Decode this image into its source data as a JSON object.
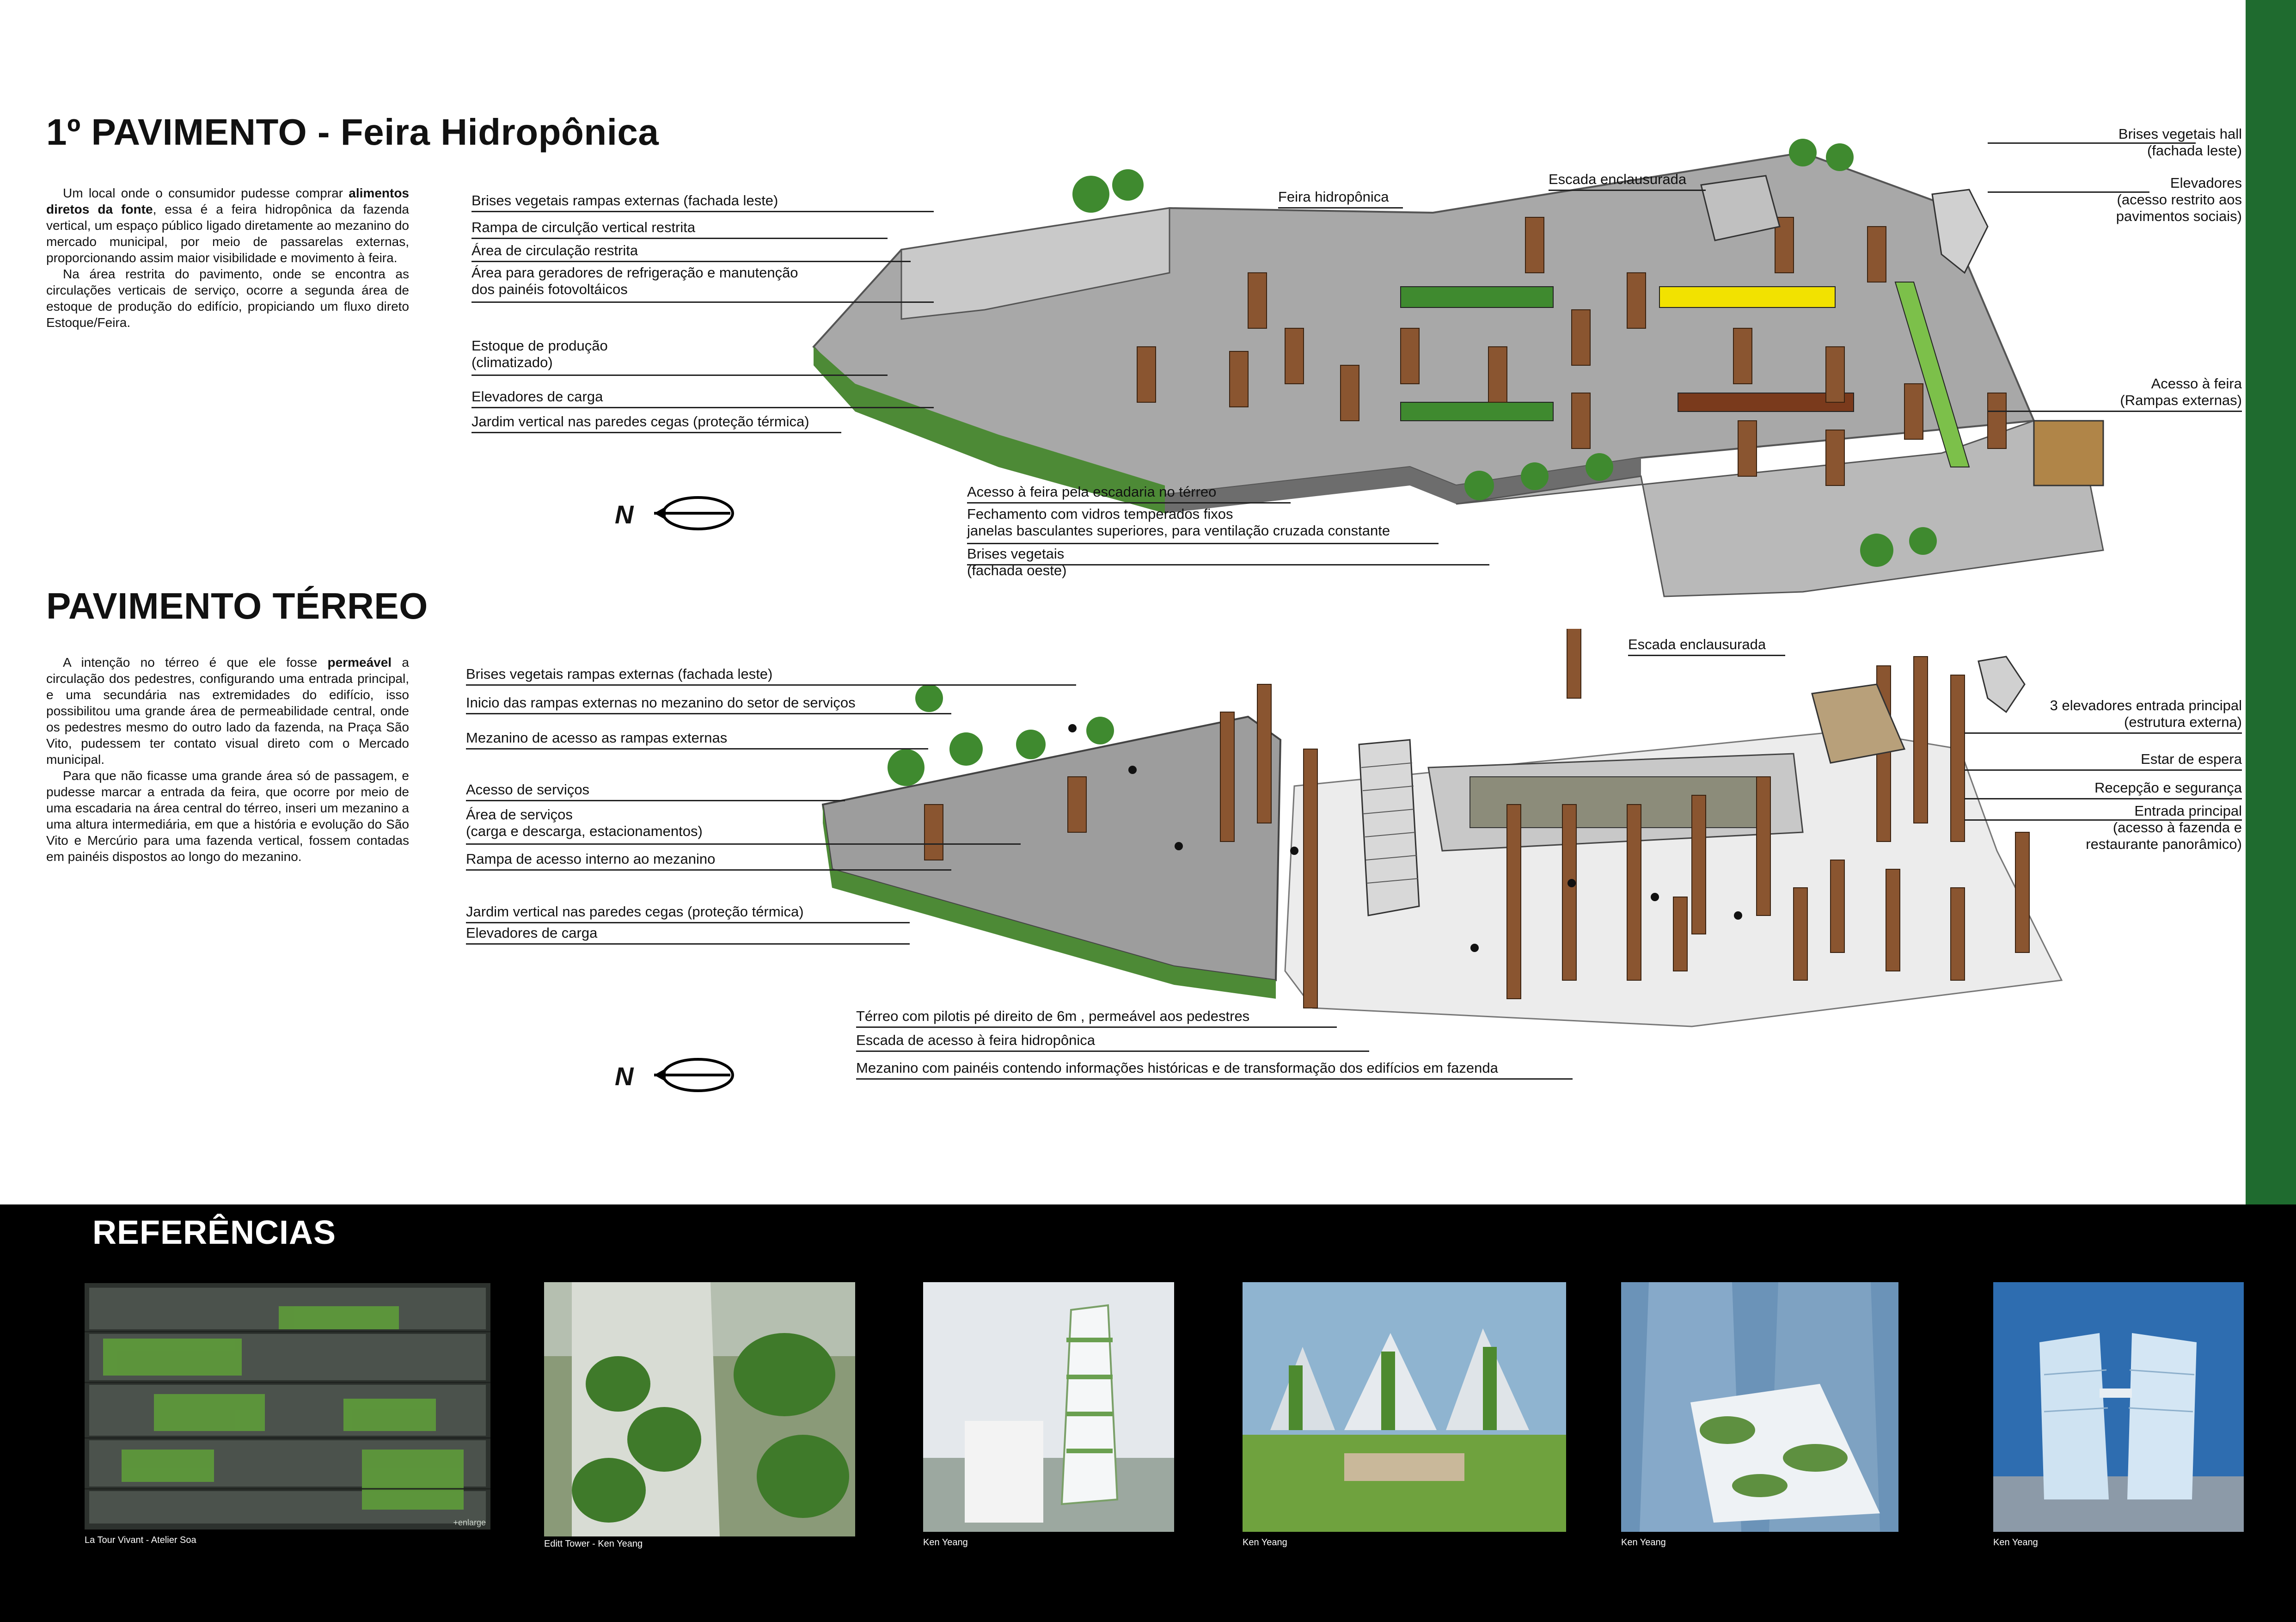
{
  "section1": {
    "title": "1º PAVIMENTO - Feira Hidropônica",
    "paragraph1_a": "Um local onde o consumidor pudesse comprar ",
    "paragraph1_b": "alimentos diretos da fonte",
    "paragraph1_c": ", essa é a feira hidropônica da fazenda vertical, um espaço público ligado diretamente ao mezanino do mercado municipal, por meio de passarelas externas, proporcionando assim maior visibilidade e movimento à feira.",
    "paragraph2": "Na área restrita do pavimento, onde se encontra as circulações verticais de serviço, ocorre a segunda área de estoque de produção do edifício, propiciando um fluxo direto Estoque/Feira.",
    "callouts_left": [
      "Brises vegetais rampas externas (fachada leste)",
      "Rampa de circulção vertical restrita",
      "Área de circulação restrita",
      "Área para geradores de refrigeração e manutenção",
      "dos painéis fotovoltáicos",
      "Estoque de produção",
      "(climatizado)",
      "Elevadores de carga",
      "Jardim vertical nas paredes cegas (proteção térmica)"
    ],
    "callouts_top": [
      "Feira hidropônica",
      "Escada enclausurada"
    ],
    "callouts_right": [
      "Brises vegetais hall",
      "(fachada leste)",
      "Elevadores",
      "(acesso restrito aos",
      "pavimentos sociais)",
      "Acesso à feira",
      "(Rampas externas)"
    ],
    "callouts_bottom": [
      "Acesso à feira pela escadaria no térreo",
      "Fechamento com vidros temperados fixos",
      "janelas basculantes superiores, para ventilação cruzada constante",
      "Brises vegetais",
      "(fachada oeste)"
    ],
    "north": "N"
  },
  "section2": {
    "title": "PAVIMENTO TÉRREO",
    "paragraph1_a": "A intenção no térreo é que ele fosse ",
    "paragraph1_b": "permeável",
    "paragraph1_c": " a circulação dos pedestres, configurando uma entrada principal, e uma secundária nas extremidades do edifício, isso possibilitou uma grande área de permeabilidade central, onde os pedestres mesmo do outro lado da fazenda, na Praça São Vito, pudessem ter contato visual direto com o Mercado municipal.",
    "paragraph2": "Para que não ficasse uma grande área só de passagem, e pudesse marcar a entrada da feira, que ocorre por meio de uma escadaria na área central do térreo, inseri um mezanino a uma altura intermediária, em que a história e evolução do São Vito e Mercúrio para uma fazenda vertical, fossem contadas em painéis dispostos ao longo do mezanino.",
    "callouts_left": [
      "Brises vegetais rampas externas (fachada leste)",
      "Inicio das rampas externas no mezanino do setor de serviços",
      "Mezanino de acesso as rampas externas",
      "Acesso de serviços",
      "Área de serviços",
      "(carga e descarga, estacionamentos)",
      "Rampa de acesso interno ao mezanino",
      "Jardim vertical nas paredes cegas (proteção térmica)",
      "Elevadores de carga"
    ],
    "callouts_top": [
      "Escada enclausurada"
    ],
    "callouts_right": [
      "3 elevadores entrada principal",
      "(estrutura externa)",
      "Estar de espera",
      "Recepção e segurança",
      "Entrada principal",
      "(acesso à fazenda e",
      "restaurante panorâmico)"
    ],
    "callouts_bottom": [
      "Térreo com pilotis pé direito de 6m , permeável aos pedestres",
      "Escada de acesso à feira hidropônica",
      "Mezanino com painéis contendo informações históricas e de transformação dos edifícios em fazenda"
    ],
    "north": "N"
  },
  "references": {
    "title": "REFERÊNCIAS",
    "items": [
      {
        "caption": "La Tour Vivant - Atelier Soa",
        "watermark": "+enlarge"
      },
      {
        "caption": "Editt Tower - Ken Yeang"
      },
      {
        "caption": "Ken Yeang"
      },
      {
        "caption": "Ken Yeang"
      },
      {
        "caption": "Ken Yeang"
      },
      {
        "caption": "Ken Yeang"
      }
    ]
  },
  "colors": {
    "accent_green": "#1f6b2f",
    "band": "#000000",
    "floor_gray": "#9a9a9a",
    "wood": "#8a5530",
    "vegetation": "#3f8a2f",
    "highlight_yellow": "#f2e200"
  }
}
